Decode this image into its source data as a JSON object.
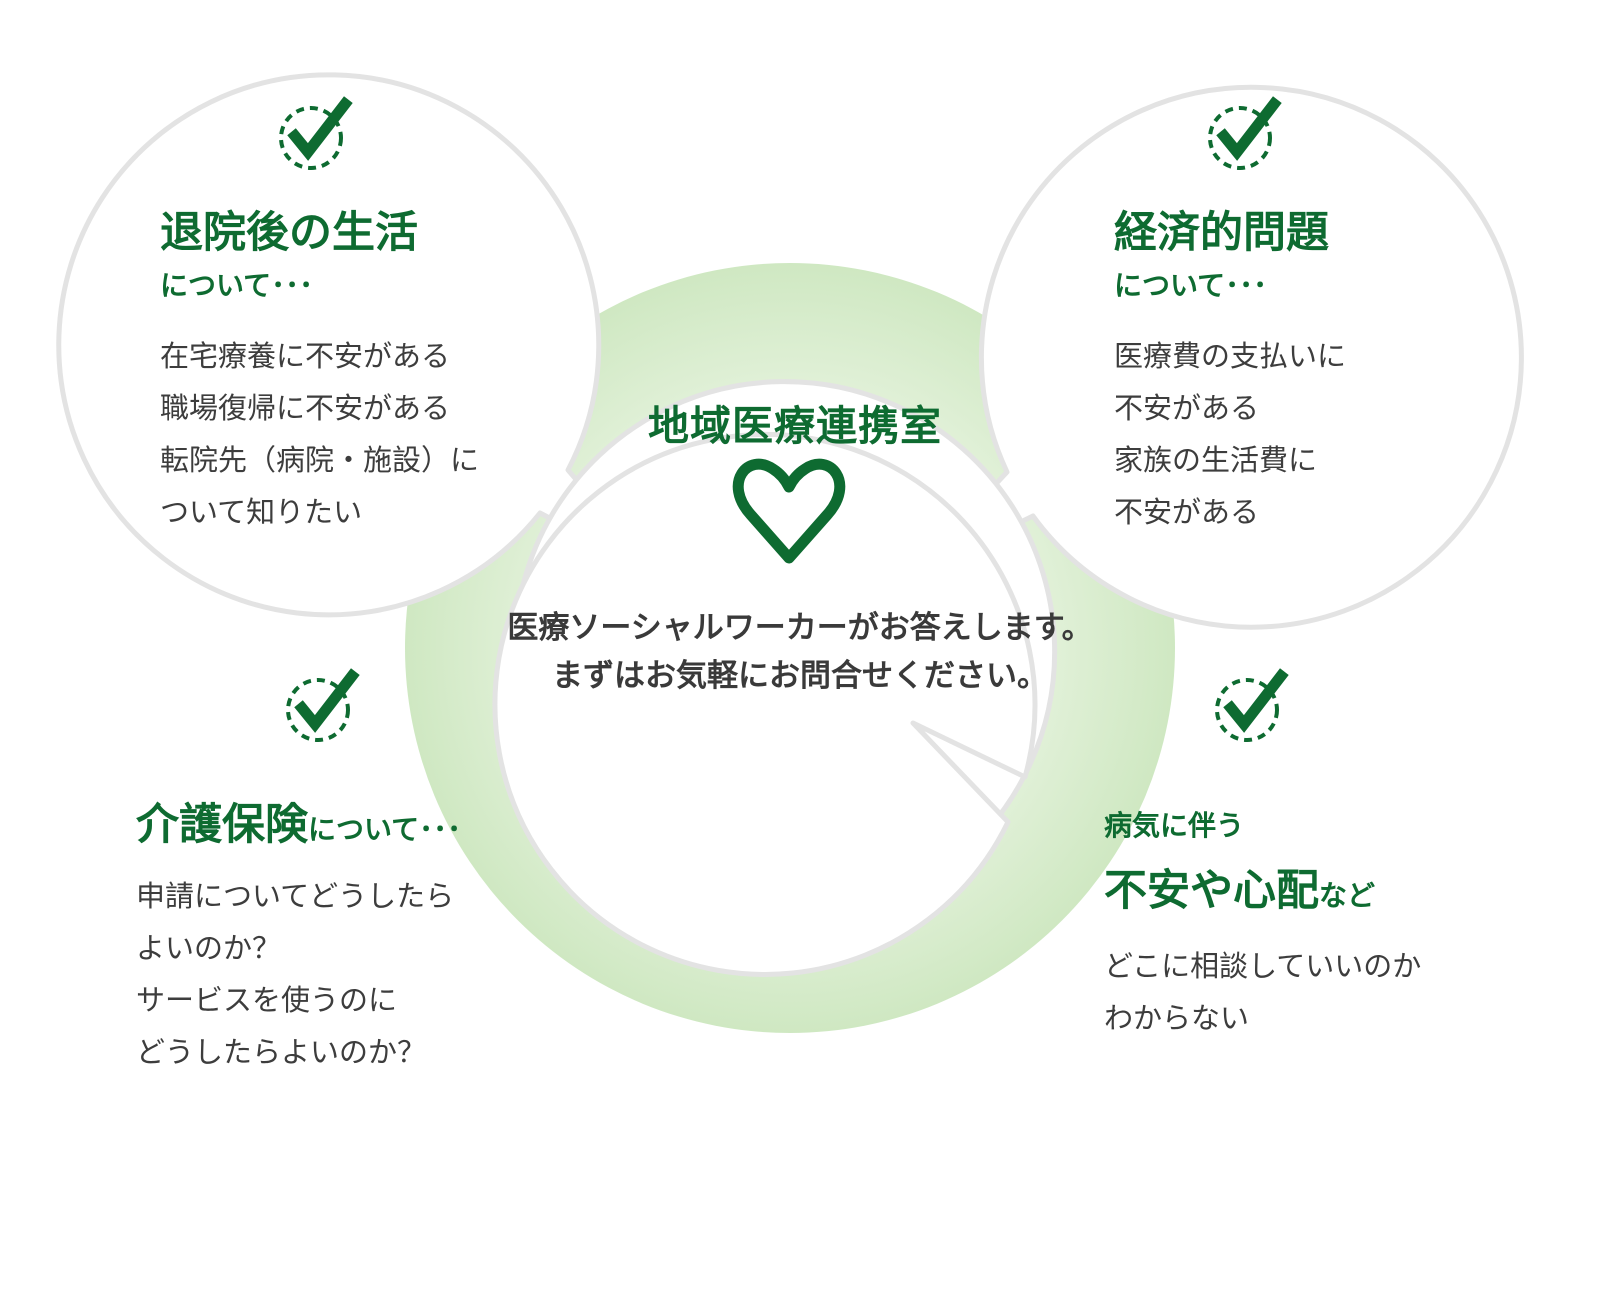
{
  "colors": {
    "accent": "#0e6b31",
    "center_fill": "#d9efcd",
    "circle_border": "#e3e3e3",
    "text": "#3d3d3d"
  },
  "center": {
    "title": "地域医療連携室",
    "icon": "heart-icon",
    "message_lines": [
      "医療ソーシャルワーカーがお答えします。",
      "まずはお気軽にお問合せください。"
    ]
  },
  "topics": [
    {
      "id": "after-discharge",
      "icon": "check-icon",
      "title": "退院後の生活",
      "suffix": "について･･･",
      "lines": [
        "在宅療養に不安がある",
        "職場復帰に不安がある",
        "転院先（病院・施設）に",
        "ついて知りたい"
      ]
    },
    {
      "id": "financial",
      "icon": "check-icon",
      "title": "経済的問題",
      "suffix": "について･･･",
      "lines": [
        "医療費の支払いに",
        "不安がある",
        "家族の生活費に",
        "不安がある"
      ]
    },
    {
      "id": "care-insurance",
      "icon": "check-icon",
      "title": "介護保険",
      "suffix": "について･･･",
      "lines": [
        "申請についてどうしたら",
        "よいのか？",
        "サービスを使うのに",
        "どうしたらよいのか？"
      ]
    },
    {
      "id": "illness-anxiety",
      "icon": "check-icon",
      "prefix": "病気に伴う",
      "title": "不安や心配",
      "suffix": "など",
      "lines": [
        "どこに相談していいのか",
        "わからない"
      ]
    }
  ]
}
